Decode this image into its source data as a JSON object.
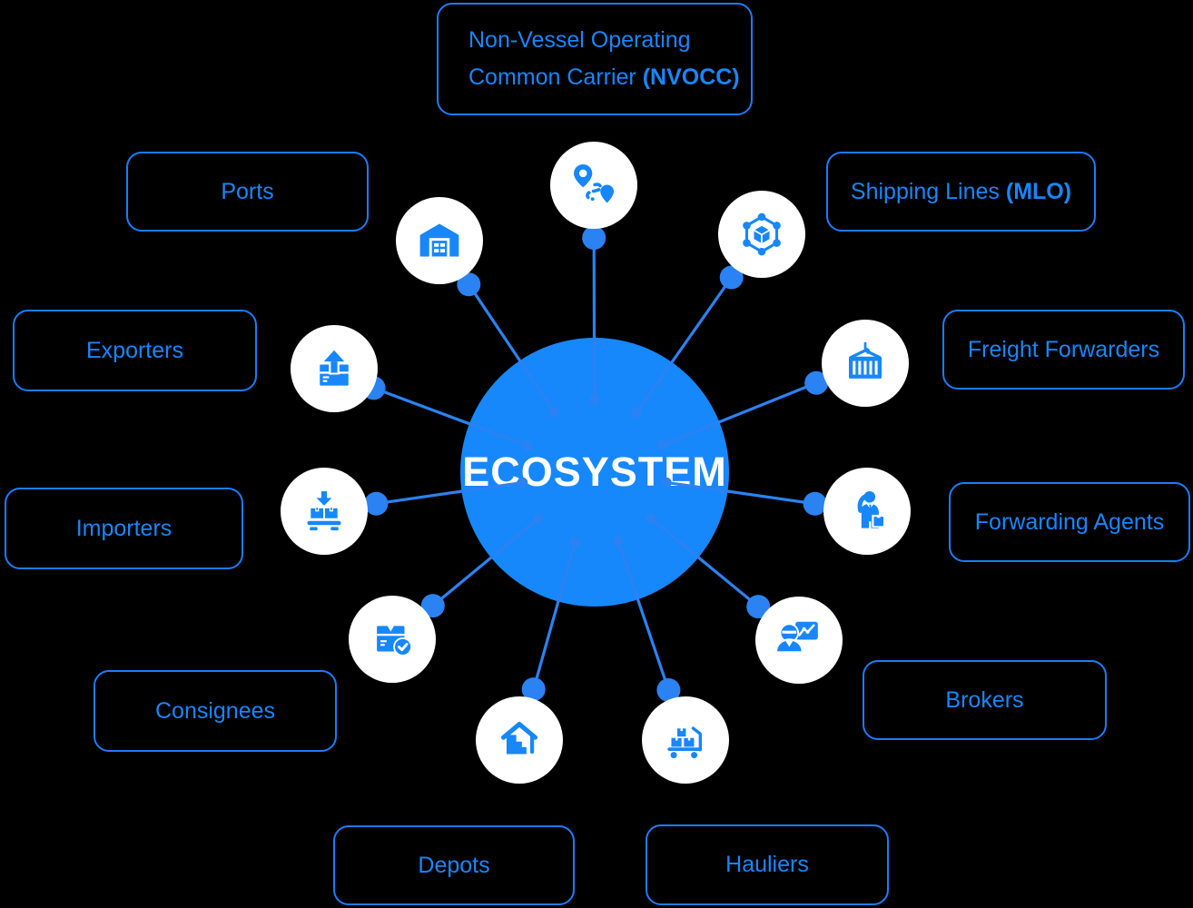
{
  "colors": {
    "primary": "#1787FB",
    "box_border": "#1A7DFB",
    "line": "#2B82F2",
    "center_fill": "#1788FB",
    "center_text": "#FFFFFF",
    "icon_bg": "#FFFFFF",
    "bg": "#000000"
  },
  "center": {
    "label": "ECOSYSTEM"
  },
  "nodes": [
    {
      "id": "nvocc",
      "line1": "Non-Vessel Operating",
      "line2": "Common Carrier ",
      "line2_bold": "(NVOCC)",
      "icon": "route-icon"
    },
    {
      "id": "ports",
      "label": "Ports",
      "icon": "warehouse-icon"
    },
    {
      "id": "shipping-lines",
      "label": "Shipping Lines ",
      "label_bold": "(MLO)",
      "icon": "cube-network-icon"
    },
    {
      "id": "freight-forwarders",
      "label": "Freight Forwarders",
      "icon": "container-hook-icon"
    },
    {
      "id": "forwarding-agents",
      "label": "Forwarding Agents",
      "icon": "agent-person-icon"
    },
    {
      "id": "brokers",
      "label": "Brokers",
      "icon": "broker-chart-icon"
    },
    {
      "id": "hauliers",
      "label": "Hauliers",
      "icon": "hand-truck-icon"
    },
    {
      "id": "depots",
      "label": "Depots",
      "icon": "depot-house-icon"
    },
    {
      "id": "consignees",
      "label": "Consignees",
      "icon": "package-check-icon"
    },
    {
      "id": "importers",
      "label": "Importers",
      "icon": "pallet-download-icon"
    },
    {
      "id": "exporters",
      "label": "Exporters",
      "icon": "box-upload-icon"
    }
  ]
}
